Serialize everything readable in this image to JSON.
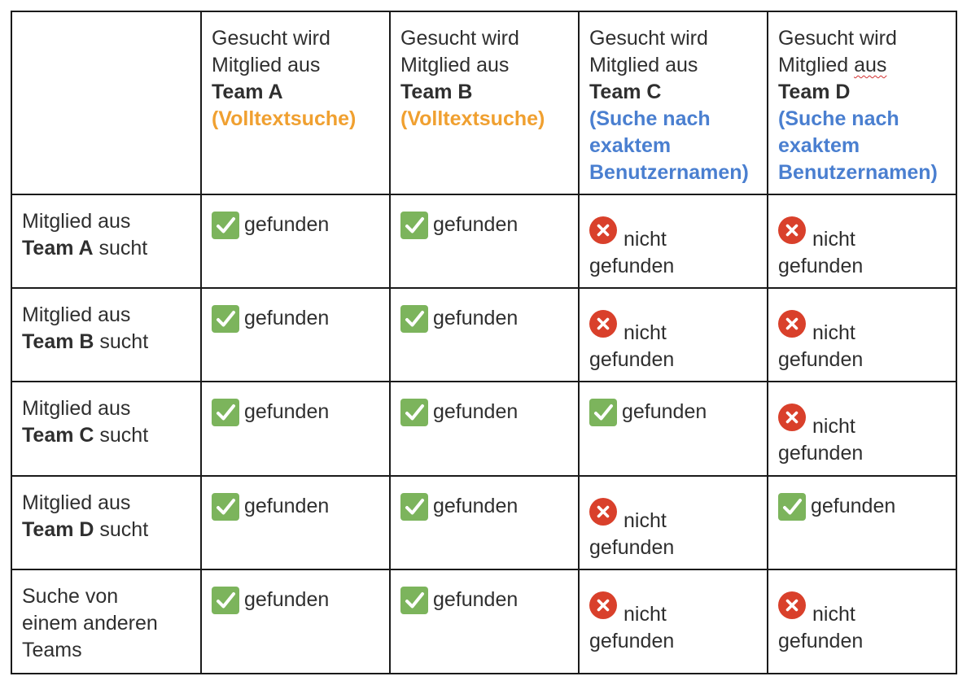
{
  "header": {
    "corner": "",
    "columns": [
      {
        "line1": "Gesucht wird",
        "line2a": "Mitglied ",
        "line2b": "aus",
        "team": "Team A",
        "mode": "(Volltextsuche)",
        "mode_color": "#f0a030"
      },
      {
        "line1": "Gesucht wird",
        "line2a": "Mitglied ",
        "line2b": "aus",
        "team": "Team B",
        "mode": "(Volltextsuche)",
        "mode_color": "#f0a030"
      },
      {
        "line1": "Gesucht wird",
        "line2a": "Mitglied ",
        "line2b": "aus",
        "team": "Team C",
        "mode": "(Suche nach exaktem Benutzernamen)",
        "mode_color": "#4a7fd0"
      },
      {
        "line1": "Gesucht wird",
        "line2a": "Mitglied ",
        "line2b": "aus",
        "team": "Team D",
        "mode": "(Suche nach exaktem Benutzernamen)",
        "mode_color": "#4a7fd0"
      }
    ]
  },
  "rows": [
    {
      "label_line1": "Mitglied aus",
      "label_team": "Team A",
      "label_suffix": " sucht",
      "cells": [
        {
          "status": "found",
          "text": " gefunden",
          "icon": "check-icon"
        },
        {
          "status": "found",
          "text": "gefunden",
          "icon": "check-icon"
        },
        {
          "status": "not_found",
          "text1": "nicht",
          "text2": "gefunden",
          "icon": "x-icon"
        },
        {
          "status": "not_found",
          "text1": "nicht",
          "text2": "gefunden",
          "icon": "x-icon"
        }
      ]
    },
    {
      "label_line1": "Mitglied aus",
      "label_team": "Team B",
      "label_suffix": " sucht",
      "cells": [
        {
          "status": "found",
          "text": "gefunden",
          "icon": "check-icon"
        },
        {
          "status": "found",
          "text": "gefunden",
          "icon": "check-icon"
        },
        {
          "status": "not_found",
          "text1": "nicht",
          "text2": "gefunden",
          "icon": "x-icon"
        },
        {
          "status": "not_found",
          "text1": "nicht",
          "text2": "gefunden",
          "icon": "x-icon"
        }
      ]
    },
    {
      "label_line1": "Mitglied aus",
      "label_team": "Team C",
      "label_suffix": " sucht",
      "cells": [
        {
          "status": "found",
          "text": "gefunden",
          "icon": "check-icon"
        },
        {
          "status": "found",
          "text": "gefunden",
          "icon": "check-icon"
        },
        {
          "status": "found",
          "text": "gefunden",
          "icon": "check-icon"
        },
        {
          "status": "not_found",
          "text1": "nicht",
          "text2": "gefunden",
          "icon": "x-icon"
        }
      ]
    },
    {
      "label_line1": "Mitglied aus",
      "label_team": "Team D",
      "label_suffix": " sucht",
      "cells": [
        {
          "status": "found",
          "text": "gefunden",
          "icon": "check-icon"
        },
        {
          "status": "found",
          "text": "gefunden",
          "icon": "check-icon"
        },
        {
          "status": "not_found",
          "text1": "nicht",
          "text2": "gefunden",
          "icon": "x-icon"
        },
        {
          "status": "found",
          "text": "gefunden",
          "icon": "check-icon"
        }
      ]
    },
    {
      "label_line1": "Suche von",
      "label_line2": "einem anderen",
      "label_line3": "Teams",
      "cells": [
        {
          "status": "found",
          "text": "gefunden",
          "icon": "check-icon"
        },
        {
          "status": "found",
          "text": "gefunden",
          "icon": "check-icon"
        },
        {
          "status": "not_found",
          "text1": "nicht",
          "text2": "gefunden",
          "icon": "x-icon"
        },
        {
          "status": "not_found",
          "text1": "nicht",
          "text2": "gefunden",
          "icon": "x-icon"
        }
      ]
    }
  ],
  "colors": {
    "check": "#7cb45c",
    "cross": "#d9402b",
    "border": "#1a1a1a",
    "text": "#2f2f2f"
  }
}
